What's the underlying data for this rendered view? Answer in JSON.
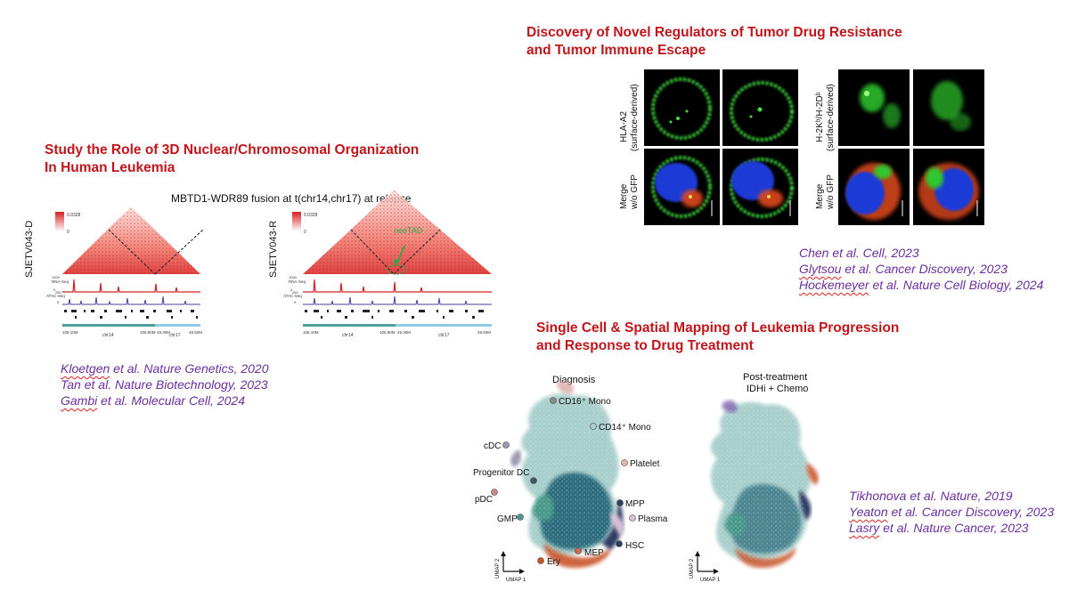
{
  "colors": {
    "heading": "#c0161b",
    "reference": "#6b2fa0",
    "squiggle": "#e02020"
  },
  "section_3d": {
    "heading": [
      "Study the Role of 3D Nuclear/Chromosomal Organization",
      "In Human Leukemia"
    ],
    "figure": {
      "title": "MBTD1-WDR89 fusion at t(chr14,chr17) at relapse",
      "sample_left": "SJETV043-D",
      "sample_right": "SJETV043-R",
      "scale_max": "0.0328",
      "scale_min": "0",
      "neotad_label": "neoTAD",
      "track_rna": "RNA-Seq",
      "track_atac": "ATAC-Seq",
      "rna_ticks": [
        "1000",
        "0"
      ],
      "atac_ticks": [
        "250",
        "0"
      ],
      "chrom_left": "chr14",
      "chrom_right": "chr17",
      "coord_1": "105.10M",
      "coord_2": "105.90M",
      "coord_3": "49.30M",
      "coord_4": "49.50M"
    },
    "references": [
      {
        "sq": "Kloetgen",
        "rest": " et al. Nature Genetics, 2020"
      },
      {
        "sq": "",
        "rest": "Tan et al. Nature Biotechnology, 2023"
      },
      {
        "sq": "Gambi",
        "rest": " et al. Molecular Cell, 2024"
      }
    ]
  },
  "section_drug": {
    "heading": [
      "Discovery of Novel Regulators of Tumor Drug Resistance",
      "and Tumor Immune Escape"
    ],
    "figure": {
      "row1_left_label": "HLA-A2",
      "row1_left_sub": "(surface-derived)",
      "row1_right_label": "H-2Kᵇ/H-2Dᵇ",
      "row1_right_sub": "(surface-derived)",
      "row2_label": "Merge",
      "row2_sub": "w/o GFP"
    },
    "references": [
      {
        "sq": "",
        "rest": "Chen et al. Cell, 2023"
      },
      {
        "sq": "Glytsou",
        "rest": " et al. Cancer Discovery, 2023"
      },
      {
        "sq": "Hockemeyer",
        "rest": " et al. Nature Cell Biology, 2024"
      }
    ]
  },
  "section_single_cell": {
    "heading": [
      "Single Cell & Spatial Mapping of Leukemia Progression",
      "and Response to Drug Treatment"
    ],
    "figure": {
      "left_title": "Diagnosis",
      "right_title_1": "Post-treatment",
      "right_title_2": "IDHi + Chemo",
      "axis_x": "UMAP 1",
      "axis_y": "UMAP 2",
      "labels": [
        {
          "text": "CD16⁺ Mono",
          "color": "#8a8a8a"
        },
        {
          "text": "CD14⁺ Mono",
          "color": "#a9cfcc"
        },
        {
          "text": "cDC",
          "color": "#9a9ab0"
        },
        {
          "text": "Platelet",
          "color": "#e3b8a6"
        },
        {
          "text": "Progenitor DC",
          "color": "#3d5a66"
        },
        {
          "text": "pDC",
          "color": "#c98a8a"
        },
        {
          "text": "MPP",
          "color": "#2a3f5a"
        },
        {
          "text": "Plasma",
          "color": "#d9c0d9"
        },
        {
          "text": "GMP",
          "color": "#4a9a8a"
        },
        {
          "text": "HSC",
          "color": "#2d3e63"
        },
        {
          "text": "MEP",
          "color": "#d06a4a"
        },
        {
          "text": "Ery",
          "color": "#c8542c"
        }
      ]
    },
    "references": [
      {
        "sq": "",
        "rest": "Tikhonova et al. Nature, 2019"
      },
      {
        "sq": "Yeaton",
        "rest": " et al. Cancer Discovery, 2023"
      },
      {
        "sq": "Lasry",
        "rest": " et al. Nature Cancer, 2023"
      }
    ]
  }
}
